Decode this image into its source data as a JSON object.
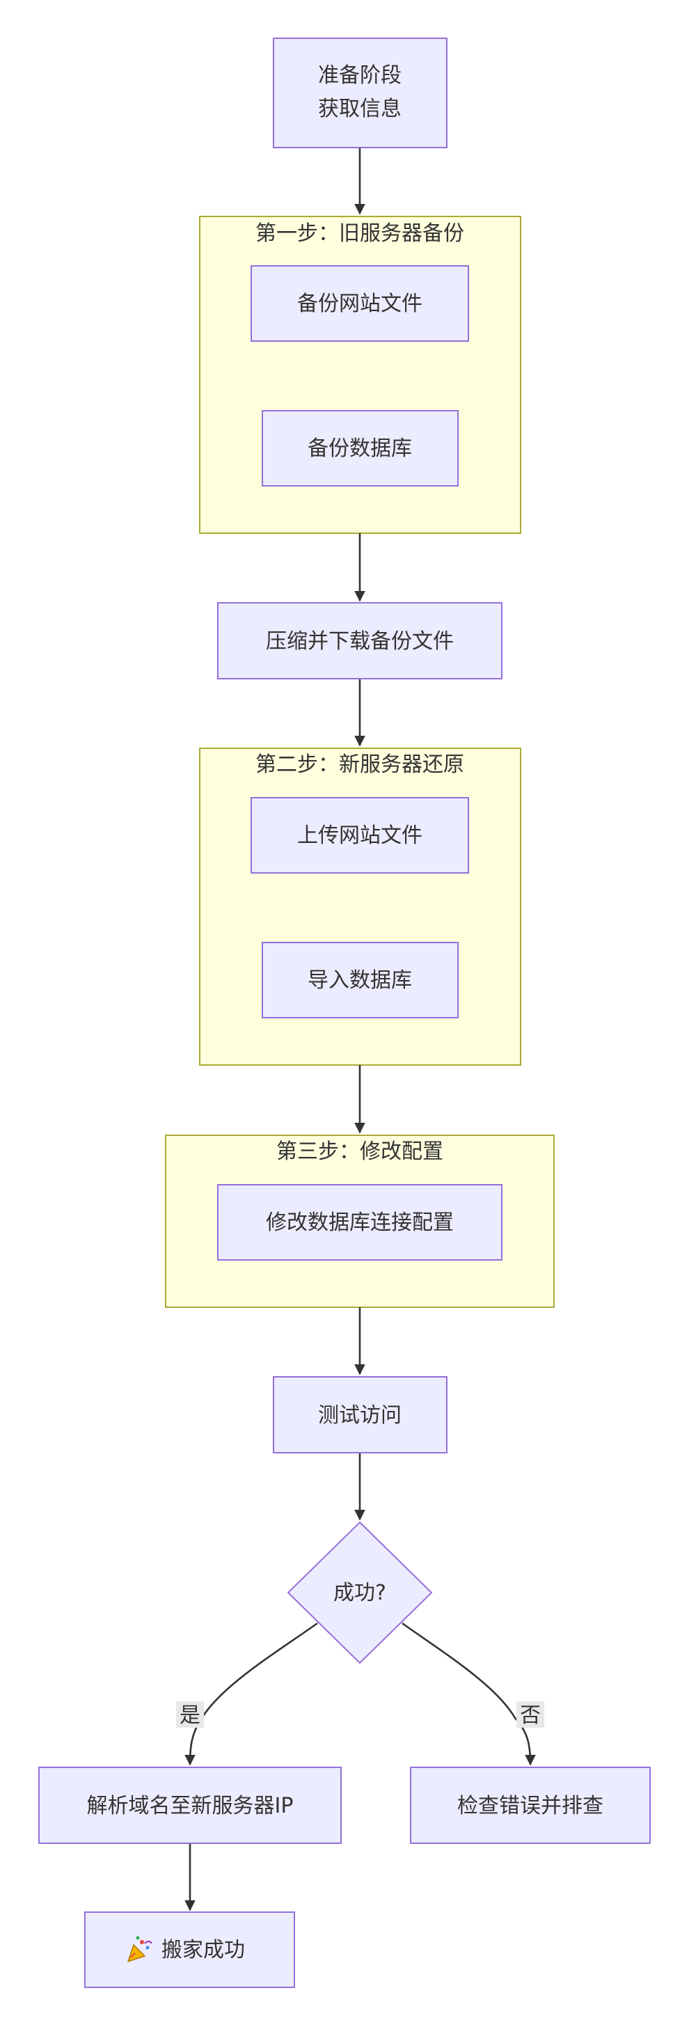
{
  "nodes": {
    "prep_line1": "准备阶段",
    "prep_line2": "获取信息",
    "backup_site": "备份网站文件",
    "backup_db": "备份数据库",
    "compress": "压缩并下载备份文件",
    "upload_site": "上传网站文件",
    "import_db": "导入数据库",
    "modify_db_config": "修改数据库连接配置",
    "test_access": "测试访问",
    "success_q": "成功?",
    "resolve_dns": "解析域名至新服务器IP",
    "check_errors": "检查错误并排查",
    "done": "搬家成功",
    "done_icon": "party-popper"
  },
  "clusters": {
    "step1": "第一步：旧服务器备份",
    "step2": "第二步：新服务器还原",
    "step3": "第三步：修改配置"
  },
  "edges": {
    "yes": "是",
    "no": "否"
  },
  "colors": {
    "node_fill": "#ECECFF",
    "node_stroke": "#9370DB",
    "cluster_fill": "#ffffde",
    "cluster_stroke": "#aaaa33",
    "edge": "#333333"
  }
}
